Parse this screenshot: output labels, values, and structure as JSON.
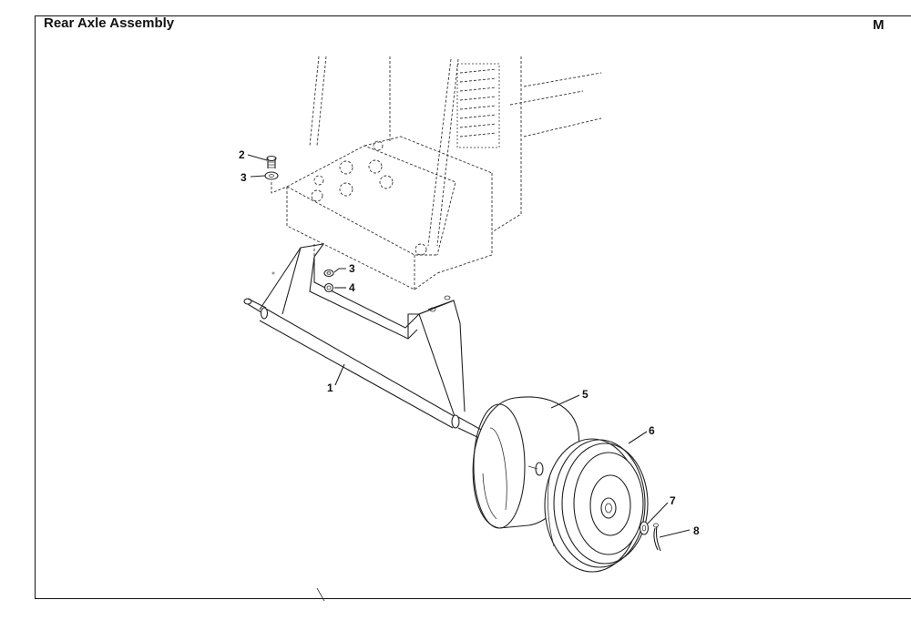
{
  "header": {
    "title": "Rear Axle Assembly",
    "section": "M"
  },
  "callouts": [
    {
      "id": "c-2",
      "label": "2"
    },
    {
      "id": "c-3a",
      "label": "3"
    },
    {
      "id": "c-3b",
      "label": "3"
    },
    {
      "id": "c-4",
      "label": "4"
    },
    {
      "id": "c-1",
      "label": "1"
    },
    {
      "id": "c-5",
      "label": "5"
    },
    {
      "id": "c-6",
      "label": "6"
    },
    {
      "id": "c-7",
      "label": "7"
    },
    {
      "id": "c-8",
      "label": "8"
    }
  ]
}
